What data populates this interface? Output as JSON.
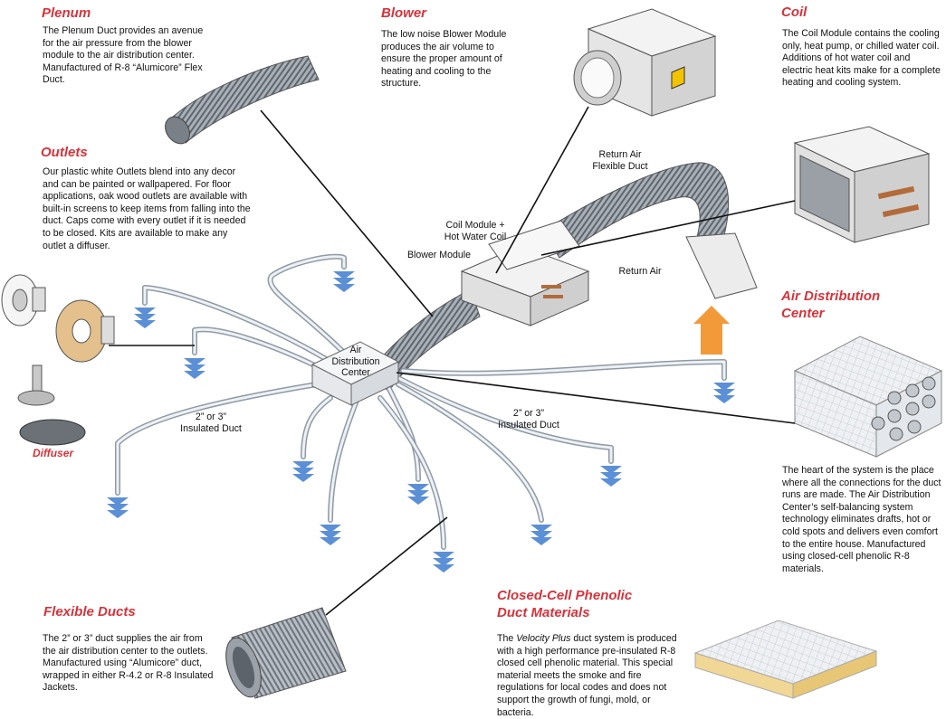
{
  "sections": {
    "plenum": {
      "title": "Plenum",
      "text": "The Plenum Duct provides an avenue for the air pressure from the blower module to the air distribution center. Manufactured of R-8 “Alumicore” Flex Duct."
    },
    "blower": {
      "title": "Blower",
      "text": "The low noise Blower Module produces the air volume to ensure the proper amount of heating and cooling to the structure."
    },
    "coil": {
      "title": "Coil",
      "text": "The Coil Module contains the cooling only, heat pump, or chilled water coil. Additions of hot water coil and electric heat kits make for a complete heating and cooling system."
    },
    "outlets": {
      "title": "Outlets",
      "text": "Our plastic white Outlets blend into any decor and can be painted or wallpapered. For floor applications, oak wood outlets are available with built-in screens to keep items from falling into the duct. Caps come with every outlet if it is needed to be closed. Kits are available to make any outlet a diffuser."
    },
    "air_distribution": {
      "title_line1": "Air Distribution",
      "title_line2": "Center",
      "text": "The heart of the system is the place where all the connections for the duct runs are made. The Air Distribution Center’s self-balancing system technology eliminates drafts, hot or cold spots and delivers even comfort to the entire house.  Manufactured using closed-cell phenolic R-8 materials."
    },
    "flexible_ducts": {
      "title": "Flexible Ducts",
      "text": "The 2” or 3” duct supplies the air from the air distribution center to the outlets. Manufactured using “Alumicore” duct, wrapped in either R-4.2 or R-8 Insulated Jackets."
    },
    "closed_cell": {
      "title_line1": "Closed-Cell Phenolic",
      "title_line2": "Duct Materials",
      "text_before": "The ",
      "text_em": "Velocity Plus",
      "text_after": " duct system is produced with a high performance pre-insulated R-8 closed cell phenolic material. This special material meets the smoke and fire regulations for local codes and does not support the growth of fungi, mold, or bacteria."
    }
  },
  "labels": {
    "return_air_flex_1": "Return Air",
    "return_air_flex_2": "Flexible Duct",
    "coil_module_1": "Coil Module +",
    "coil_module_2": "Hot Water Coil",
    "blower_module": "Blower Module",
    "return_air": "Return Air",
    "adc_1": "Air",
    "adc_2": "Distribution",
    "adc_3": "Center",
    "duct_left_1": "2” or 3”",
    "duct_left_2": "Insulated Duct",
    "duct_right_1": "2” or 3”",
    "duct_right_2": "Insulated Duct",
    "diffuser": "Diffuser"
  },
  "colors": {
    "heading": "#d6333b",
    "airflow_arrow": "#5b8fd6",
    "return_arrow": "#f29a3a"
  }
}
